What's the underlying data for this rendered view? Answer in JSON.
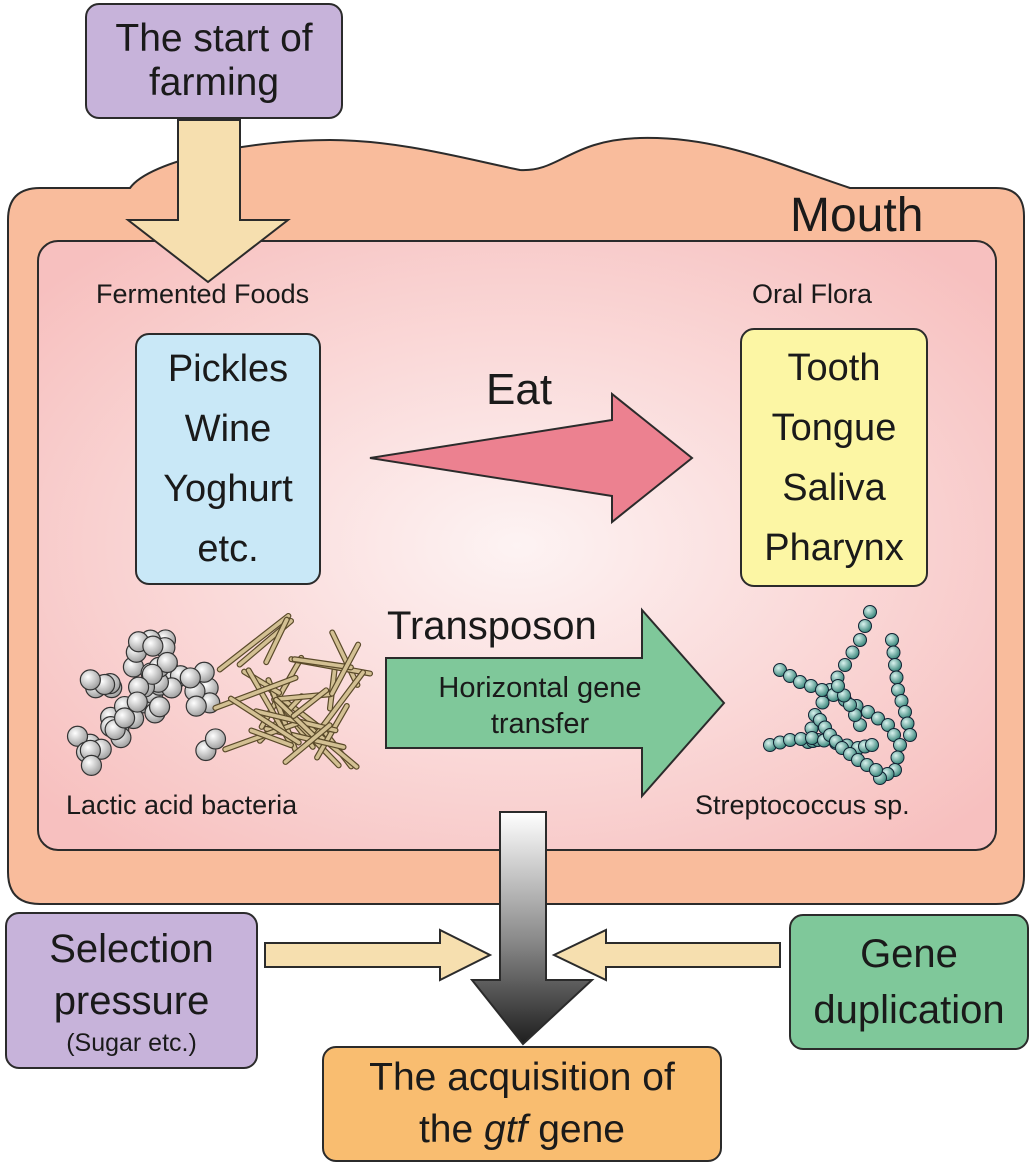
{
  "colors": {
    "mouth_fill": "#f9bc9c",
    "inner_center": "#fdf3f3",
    "inner_edge": "#f7c0bf",
    "purple": "#c7b3da",
    "blue": "#c9e8f7",
    "yellow": "#fcf6a4",
    "green": "#7fc89a",
    "orange": "#f9bd70",
    "cream_arrow": "#f6dfaf",
    "red_arrow": "#ec8190",
    "green_arrow": "#7fc89a",
    "coccus": "#9a9a9a",
    "rod": "#d3c093",
    "strep": "#2f7f73"
  },
  "start": {
    "line1": "The start of",
    "line2": "farming"
  },
  "mouth": {
    "label": "Mouth"
  },
  "fermented": {
    "heading": "Fermented Foods",
    "items": [
      "Pickles",
      "Wine",
      "Yoghurt",
      "etc."
    ]
  },
  "oral": {
    "heading": "Oral Flora",
    "items": [
      "Tooth",
      "Tongue",
      "Saliva",
      "Pharynx"
    ]
  },
  "eat": {
    "label": "Eat"
  },
  "transposon": {
    "label": "Transposon",
    "arrow_line1": "Horizontal gene",
    "arrow_line2": "transfer"
  },
  "bacteria": {
    "lactic_label": "Lactic acid bacteria",
    "strep_label": "Streptococcus sp."
  },
  "selection": {
    "line1": "Selection",
    "line2": "pressure",
    "line3": "(Sugar etc.)"
  },
  "duplication": {
    "line1": "Gene",
    "line2": "duplication"
  },
  "result": {
    "line1": "The acquisition of",
    "line2_pre": "the ",
    "line2_em": "gtf",
    "line2_post": " gene"
  }
}
